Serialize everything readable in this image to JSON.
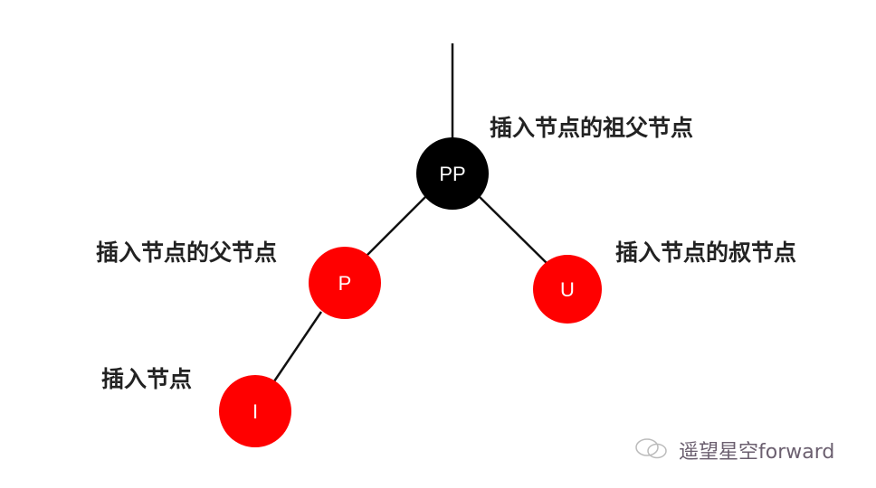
{
  "nodes": {
    "grandparent": {
      "text": "PP",
      "color": "#000000",
      "label": "插入节点的祖父节点"
    },
    "parent": {
      "text": "P",
      "color": "#ff0000",
      "label": "插入节点的父节点"
    },
    "uncle": {
      "text": "U",
      "color": "#ff0000",
      "label": "插入节点的叔节点"
    },
    "inserted": {
      "text": "I",
      "color": "#ff0000",
      "label": "插入节点"
    }
  },
  "watermark": "遥望星空forward"
}
